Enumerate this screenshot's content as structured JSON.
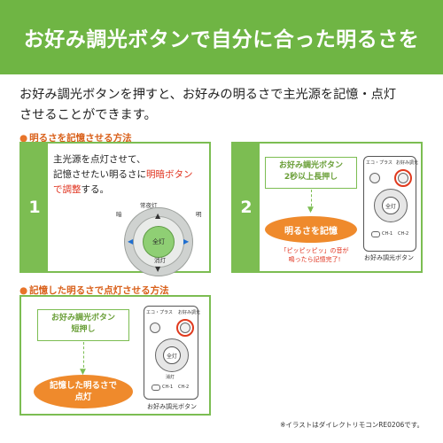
{
  "banner": {
    "title": "お好み調光ボタンで自分に合った明るさを"
  },
  "intro": {
    "line1": "お好み調光ボタンを押すと、お好みの明るさで主光源を記憶・点灯",
    "line2": "させることができます。"
  },
  "section1": {
    "title": "明るさを記憶させる方法",
    "step1": {
      "number": "1",
      "text_line1": "主光源を点灯させて、",
      "text_line2a": "記憶させたい明るさに",
      "text_line2b": "明暗ボタン",
      "text_line3a": "で",
      "text_line3b": "調整",
      "text_line3c": "する。",
      "pad": {
        "top_label": "常夜灯",
        "bottom_label": "消灯",
        "center_label": "全灯",
        "left_label": "暗",
        "right_label": "明"
      }
    },
    "step2": {
      "number": "2",
      "callout_line1": "お好み調光ボタン",
      "callout_line2": "2秒以上長押し",
      "oval": "明るさを記憶",
      "result_line1": "「ピッピッピッ」の音が",
      "result_line2": "鳴ったら記憶完了!",
      "button_caption": "お好み調光ボタン",
      "remote_top": "エコ・プラス",
      "remote_right": "お好み調光",
      "remote_center": "全灯",
      "remote_ch1": "CH-1",
      "remote_ch2": "CH-2"
    }
  },
  "section2": {
    "title": "記憶した明るさで点灯させる方法",
    "callout_line1": "お好み調光ボタン",
    "callout_line2": "短押し",
    "oval_line1": "記憶した明るさで",
    "oval_line2": "点灯",
    "button_caption": "お好み調光ボタン",
    "remote_top": "エコ・プラス",
    "remote_right": "お好み調光",
    "remote_center": "全灯",
    "remote_bottom": "消灯",
    "remote_ch1": "CH-1",
    "remote_ch2": "CH-2"
  },
  "note": "※イラストはダイレクトリモコンRE0206です。",
  "colors": {
    "accent_green": "#6fb544",
    "orange": "#ef8a2c",
    "red": "#e0321e"
  }
}
